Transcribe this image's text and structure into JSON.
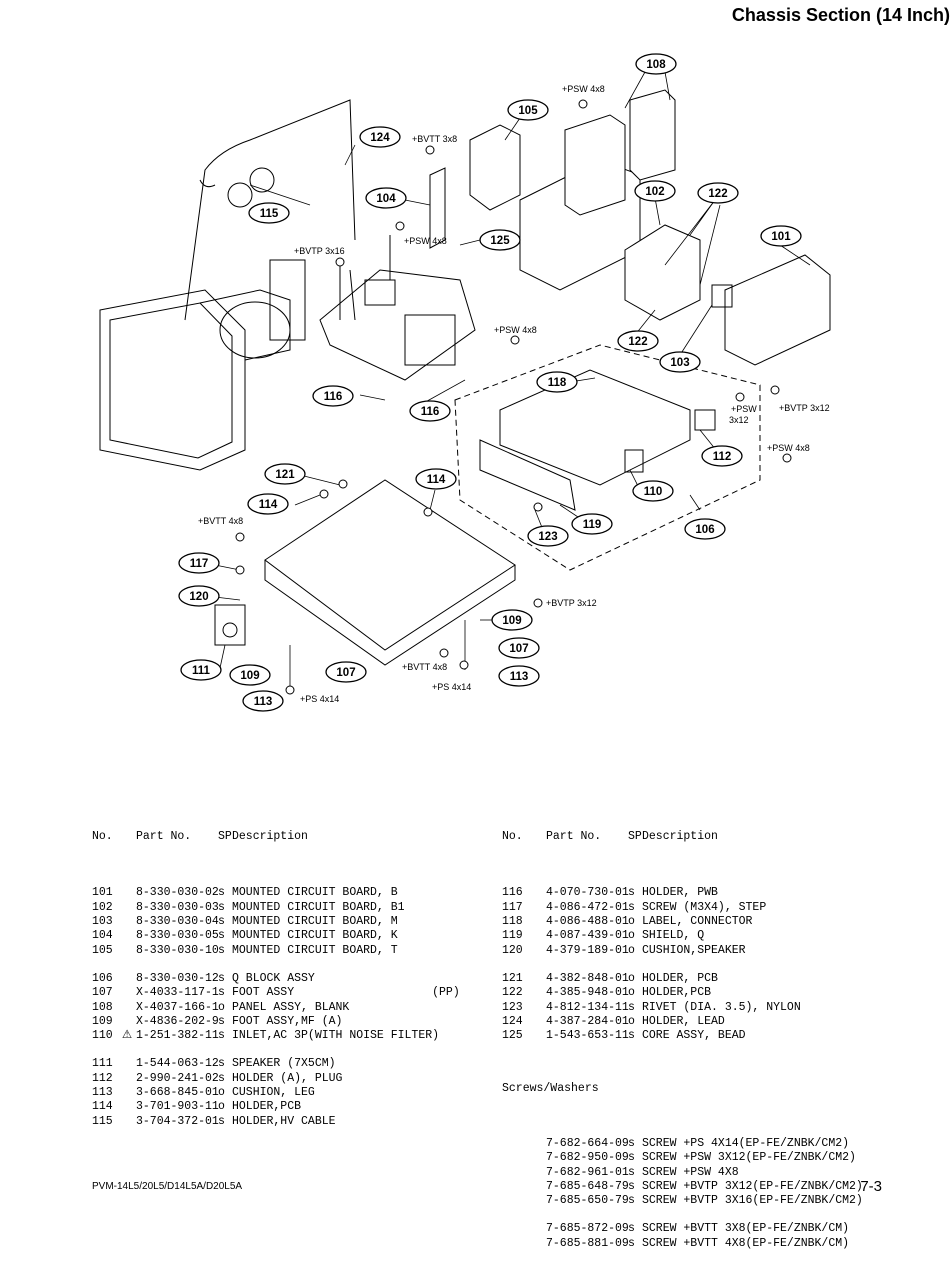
{
  "page": {
    "title": "Chassis Section (14 Inch)",
    "footer_model": "PVM-14L5/20L5/D14L5A/D20L5A",
    "footer_page": "7-3"
  },
  "table": {
    "headers": {
      "no": "No.",
      "part": "Part No.",
      "sp": "SP",
      "desc": "Description"
    },
    "left_groups": [
      [
        {
          "no": "101",
          "warn": "",
          "part": "8-330-030-02",
          "sp": "s",
          "desc": "MOUNTED CIRCUIT BOARD, B"
        },
        {
          "no": "102",
          "warn": "",
          "part": "8-330-030-03",
          "sp": "s",
          "desc": "MOUNTED CIRCUIT BOARD, B1"
        },
        {
          "no": "103",
          "warn": "",
          "part": "8-330-030-04",
          "sp": "s",
          "desc": "MOUNTED CIRCUIT BOARD, M"
        },
        {
          "no": "104",
          "warn": "",
          "part": "8-330-030-05",
          "sp": "s",
          "desc": "MOUNTED CIRCUIT BOARD, K"
        },
        {
          "no": "105",
          "warn": "",
          "part": "8-330-030-10",
          "sp": "s",
          "desc": "MOUNTED CIRCUIT BOARD, T"
        }
      ],
      [
        {
          "no": "106",
          "warn": "",
          "part": "8-330-030-12",
          "sp": "s",
          "desc": "Q BLOCK ASSY"
        },
        {
          "no": "107",
          "warn": "",
          "part": "X-4033-117-1",
          "sp": "s",
          "desc": "FOOT ASSY                    (PP)"
        },
        {
          "no": "108",
          "warn": "",
          "part": "X-4037-166-1",
          "sp": "o",
          "desc": "PANEL ASSY, BLANK"
        },
        {
          "no": "109",
          "warn": "",
          "part": "X-4836-202-9",
          "sp": "s",
          "desc": "FOOT ASSY,MF (A)"
        },
        {
          "no": "110",
          "warn": "⚠",
          "part": "1-251-382-11",
          "sp": "s",
          "desc": "INLET,AC 3P(WITH NOISE FILTER)"
        }
      ],
      [
        {
          "no": "111",
          "warn": "",
          "part": "1-544-063-12",
          "sp": "s",
          "desc": "SPEAKER (7X5CM)"
        },
        {
          "no": "112",
          "warn": "",
          "part": "2-990-241-02",
          "sp": "s",
          "desc": "HOLDER (A), PLUG"
        },
        {
          "no": "113",
          "warn": "",
          "part": "3-668-845-01",
          "sp": "o",
          "desc": "CUSHION, LEG"
        },
        {
          "no": "114",
          "warn": "",
          "part": "3-701-903-11",
          "sp": "o",
          "desc": "HOLDER,PCB"
        },
        {
          "no": "115",
          "warn": "",
          "part": "3-704-372-01",
          "sp": "s",
          "desc": "HOLDER,HV CABLE"
        }
      ]
    ],
    "right_groups": [
      [
        {
          "no": "116",
          "part": "4-070-730-01",
          "sp": "s",
          "desc": "HOLDER, PWB"
        },
        {
          "no": "117",
          "part": "4-086-472-01",
          "sp": "s",
          "desc": "SCREW (M3X4), STEP"
        },
        {
          "no": "118",
          "part": "4-086-488-01",
          "sp": "o",
          "desc": "LABEL, CONNECTOR"
        },
        {
          "no": "119",
          "part": "4-087-439-01",
          "sp": "o",
          "desc": "SHIELD, Q"
        },
        {
          "no": "120",
          "part": "4-379-189-01",
          "sp": "o",
          "desc": "CUSHION,SPEAKER"
        }
      ],
      [
        {
          "no": "121",
          "part": "4-382-848-01",
          "sp": "o",
          "desc": "HOLDER, PCB"
        },
        {
          "no": "122",
          "part": "4-385-948-01",
          "sp": "o",
          "desc": "HOLDER,PCB"
        },
        {
          "no": "123",
          "part": "4-812-134-11",
          "sp": "s",
          "desc": "RIVET (DIA. 3.5), NYLON"
        },
        {
          "no": "124",
          "part": "4-387-284-01",
          "sp": "o",
          "desc": "HOLDER, LEAD"
        },
        {
          "no": "125",
          "part": "1-543-653-11",
          "sp": "s",
          "desc": "CORE ASSY, BEAD"
        }
      ]
    ],
    "screws_heading": "Screws/Washers",
    "screw_groups": [
      [
        {
          "part": "7-682-664-09",
          "sp": "s",
          "desc": "SCREW +PS 4X14(EP-FE/ZNBK/CM2)"
        },
        {
          "part": "7-682-950-09",
          "sp": "s",
          "desc": "SCREW +PSW 3X12(EP-FE/ZNBK/CM2)"
        },
        {
          "part": "7-682-961-01",
          "sp": "s",
          "desc": "SCREW +PSW 4X8"
        },
        {
          "part": "7-685-648-79",
          "sp": "s",
          "desc": "SCREW +BVTP 3X12(EP-FE/ZNBK/CM2)"
        },
        {
          "part": "7-685-650-79",
          "sp": "s",
          "desc": "SCREW +BVTP 3X16(EP-FE/ZNBK/CM2)"
        }
      ],
      [
        {
          "part": "7-685-872-09",
          "sp": "s",
          "desc": "SCREW +BVTT 3X8(EP-FE/ZNBK/CM)"
        },
        {
          "part": "7-685-881-09",
          "sp": "s",
          "desc": "SCREW +BVTT 4X8(EP-FE/ZNBK/CM)"
        }
      ]
    ]
  },
  "diagram": {
    "callouts": [
      "101",
      "102",
      "103",
      "104",
      "105",
      "106",
      "107",
      "108",
      "109",
      "110",
      "111",
      "112",
      "113",
      "114",
      "115",
      "116",
      "117",
      "118",
      "119",
      "120",
      "121",
      "122",
      "123",
      "124",
      "125"
    ],
    "screw_labels": [
      "+PSW 4x8",
      "+BVTT 3x8",
      "+PSW 4x8",
      "+BVTP 3x16",
      "+PSW 4x8",
      "+PSW",
      "3x12",
      "+BVTP 3x12",
      "+PSW 4x8",
      "+BVTT 4x8",
      "+BVTP 3x12",
      "+BVTT 4x8",
      "+PS 4x14",
      "+PS 4x14"
    ]
  }
}
